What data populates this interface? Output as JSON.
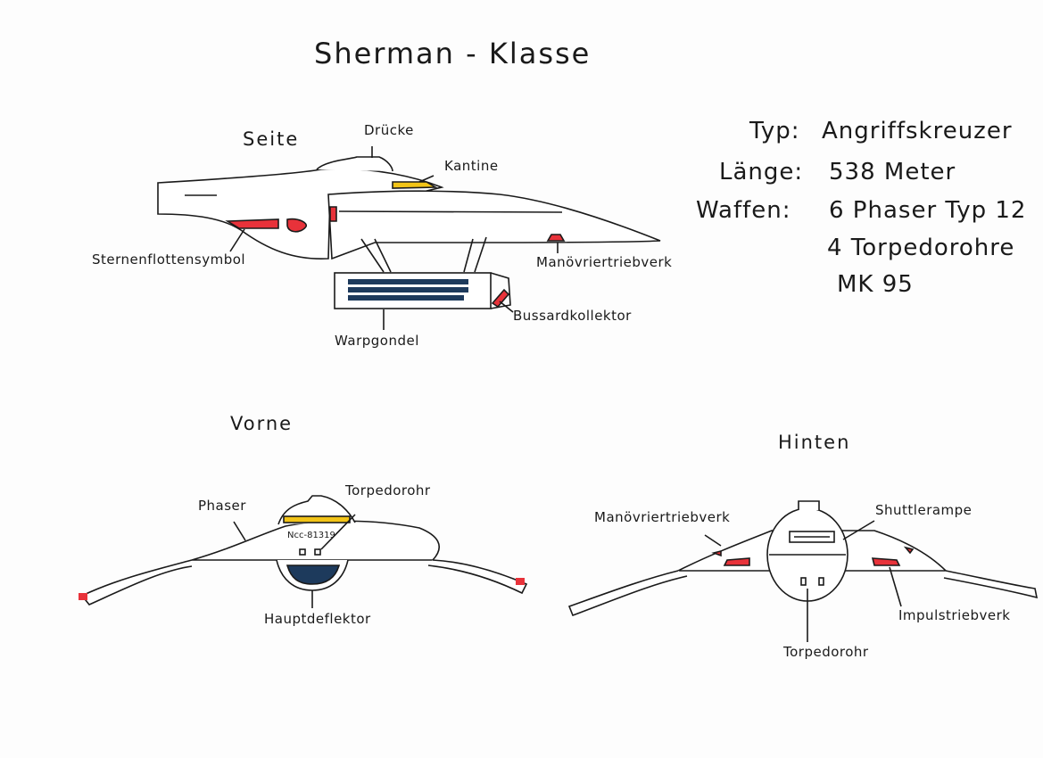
{
  "title": "Sherman - Klasse",
  "side_view": {
    "heading": "Seite",
    "labels": {
      "bridge": "Drücke",
      "canteen": "Kantine",
      "starfleet_symbol": "Sternenflottensymbol",
      "thruster": "Manövriertriebverk",
      "bussard": "Bussardkollektor",
      "warp_nacelle": "Warpgondel"
    }
  },
  "specs": {
    "type_label": "Typ:",
    "type_value": "Angriffskreuzer",
    "length_label": "Länge:",
    "length_value": "538 Meter",
    "weapons_label": "Waffen:",
    "weapons_1": "6 Phaser Typ 12",
    "weapons_2": "4 Torpedorohre",
    "weapons_3": "MK 95"
  },
  "front_view": {
    "heading": "Vorne",
    "labels": {
      "phaser": "Phaser",
      "torpedo": "Torpedorohr",
      "deflector": "Hauptdeflektor",
      "registry": "Ncc-81319"
    }
  },
  "rear_view": {
    "heading": "Hinten",
    "labels": {
      "thruster": "Manövriertriebverk",
      "shuttle_ramp": "Shuttlerampe",
      "impulse": "Impulstriebverk",
      "torpedo": "Torpedorohr"
    }
  },
  "colors": {
    "red": "#e8323a",
    "yellow": "#f2c417",
    "navy": "#1d3a5c",
    "ink": "#1a1a1a"
  }
}
